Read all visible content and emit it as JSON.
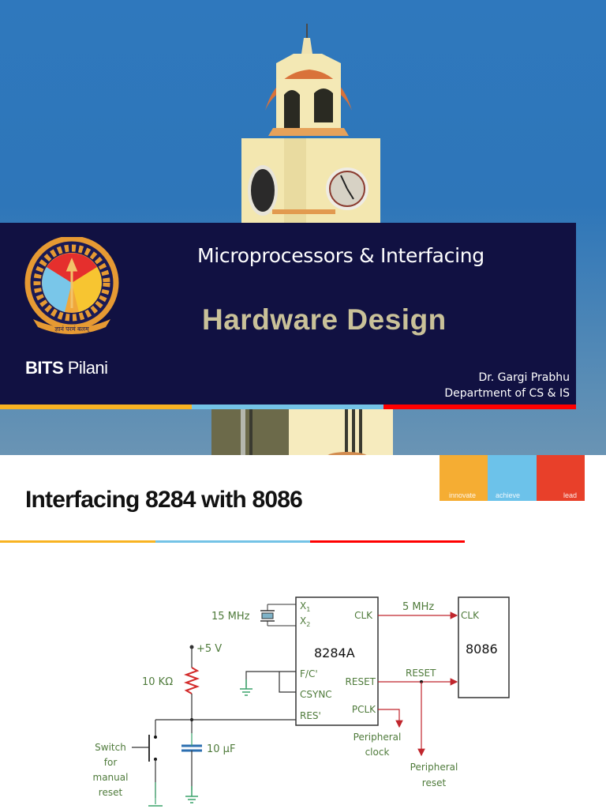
{
  "slide1": {
    "institution": {
      "name_bold": "BITS",
      "name_regular": "Pilani",
      "logo_ring_text": "BIRLA INSTITUTE OF TECHNOLOGY & SCIENCE PILANI",
      "logo_motto": "ज्ञानं परमं बलम्"
    },
    "course_title": "Microprocessors & Interfacing",
    "main_title": "Hardware Design",
    "author": "Dr. Gargi Prabhu",
    "department": "Department of CS & IS",
    "colors": {
      "banner": "#111142",
      "title_gold": "#c9c199",
      "stripe_orange": "#f8b322",
      "stripe_blue": "#74c3e6",
      "stripe_red": "#ff0000"
    }
  },
  "slide2": {
    "title": "Interfacing 8284 with 8086",
    "brand_tags": [
      "innovate",
      "achieve",
      "lead"
    ],
    "colors": {
      "orange": "#f5ad33",
      "blue": "#6cc2ea",
      "red": "#e8402a"
    },
    "circuit": {
      "crystal_label": "15 MHz",
      "supply_label": "+5 V",
      "resistor_label": "10 KΩ",
      "capacitor_label": "10 μF",
      "switch_label": [
        "Switch",
        "for",
        "manual",
        "reset"
      ],
      "chip1": {
        "name": "8284A",
        "left_pins": [
          "X1",
          "X2",
          "F/C'",
          "CSYNC",
          "RES'"
        ],
        "right_pins": [
          "CLK",
          "RESET",
          "PCLK"
        ]
      },
      "chip2": {
        "name": "8086",
        "left_pins": [
          "CLK"
        ]
      },
      "clk_signal_label": "5 MHz",
      "reset_signal_label": "RESET",
      "pclk_output_label": [
        "Peripheral",
        "clock"
      ],
      "reset_output_label": [
        "Peripheral",
        "reset"
      ]
    }
  }
}
